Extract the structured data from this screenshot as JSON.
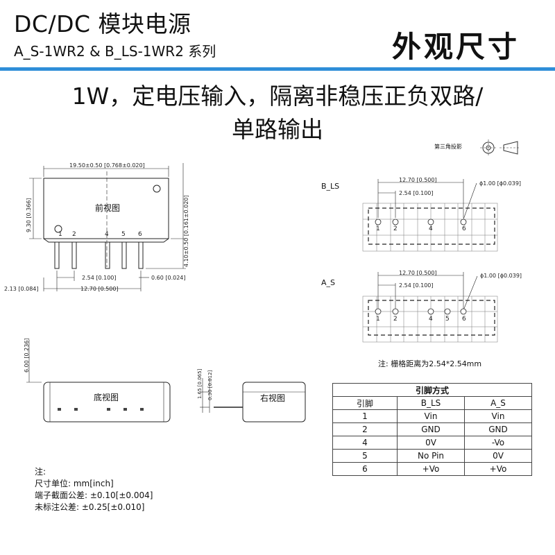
{
  "header": {
    "title": "DC/DC  模块电源",
    "subtitle": "A_S-1WR2 & B_LS-1WR2  系列",
    "section_title": "外观尺寸"
  },
  "tagline": {
    "line1": "1W，定电压输入，隔离非稳压正负双路/",
    "line2": "单路输出"
  },
  "projection": {
    "label": "第三角投影"
  },
  "front_view": {
    "label": "前视图",
    "dims": {
      "width": "19.50±0.50 [0.768±0.020]",
      "height": "9.30 [0.366]",
      "pin_len": "4.10±0.50 [0.161±0.020]",
      "pitch": "2.54 [0.100]",
      "pin_width": "0.60 [0.024]",
      "offset": "2.13 [0.084]",
      "span": "12.70 [0.500]"
    },
    "pins": [
      "1",
      "2",
      "4",
      "5",
      "6"
    ]
  },
  "bottom_view": {
    "label": "底视图",
    "dims": {
      "thickness": "6.00 [0.236]"
    }
  },
  "right_view": {
    "label": "右视图",
    "dims": {
      "standoff": "1.65 [0.065]",
      "pin_thk": "0.30 [0.012]"
    }
  },
  "b_ls": {
    "label": "B_LS",
    "dims": {
      "span": "12.70 [0.500]",
      "pitch": "2.54 [0.100]",
      "hole": "ϕ1.00 [ϕ0.039]"
    },
    "pins": [
      "1",
      "2",
      "4",
      "6"
    ]
  },
  "a_s": {
    "label": "A_S",
    "dims": {
      "span": "12.70 [0.500]",
      "pitch": "2.54 [0.100]",
      "hole": "ϕ1.00 [ϕ0.039]"
    },
    "pins": [
      "1",
      "2",
      "4",
      "5",
      "6"
    ]
  },
  "grid_note": "注: 栅格距离为2.54*2.54mm",
  "pin_table": {
    "caption": "引脚方式",
    "headers": [
      "引脚",
      "B_LS",
      "A_S"
    ],
    "rows": [
      [
        "1",
        "Vin",
        "Vin"
      ],
      [
        "2",
        "GND",
        "GND"
      ],
      [
        "4",
        "0V",
        "-Vo"
      ],
      [
        "5",
        "No Pin",
        "0V"
      ],
      [
        "6",
        "+Vo",
        "+Vo"
      ]
    ]
  },
  "notes": {
    "title": "注:",
    "unit": "尺寸单位: mm[inch]",
    "pin_tol": "端子截面公差: ±0.10[±0.004]",
    "general_tol": "未标注公差: ±0.25[±0.010]"
  }
}
